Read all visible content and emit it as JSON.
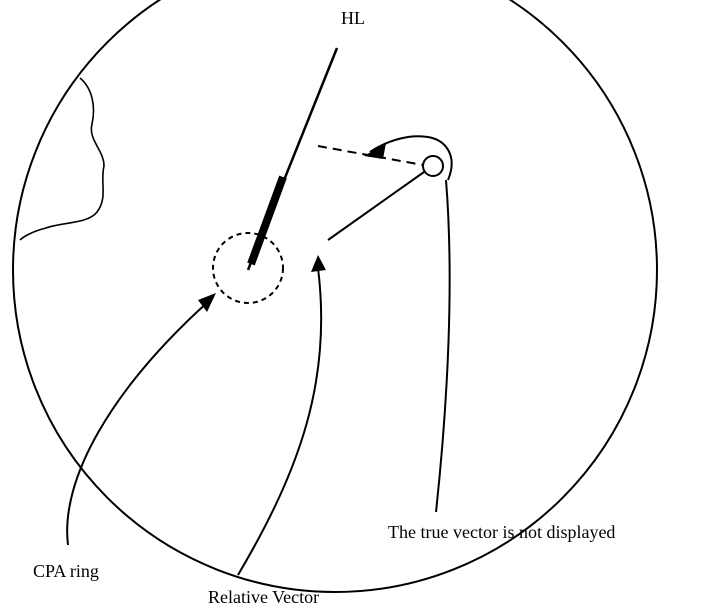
{
  "labels": {
    "heading_line": "HL",
    "true_vector_note": "The true vector is not displayed",
    "cpa_ring": "CPA ring",
    "relative_vector": "Relative Vector"
  },
  "colors": {
    "ink": "#000000",
    "background": "#ffffff"
  }
}
